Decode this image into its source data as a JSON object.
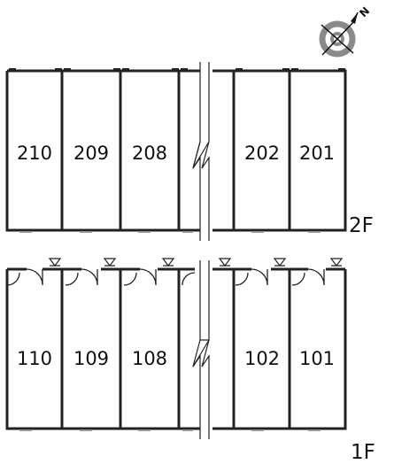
{
  "floor_2": {
    "label": "2F",
    "units": [
      "210",
      "209",
      "208",
      "202",
      "201"
    ]
  },
  "floor_1": {
    "label": "1F",
    "units": [
      "110",
      "109",
      "108",
      "102",
      "101"
    ]
  },
  "compass": {
    "icon": "compass-icon",
    "north_label": "N"
  },
  "colors": {
    "wall": "#222222",
    "compass_ring": "#8a8a8a",
    "background": "#ffffff"
  }
}
